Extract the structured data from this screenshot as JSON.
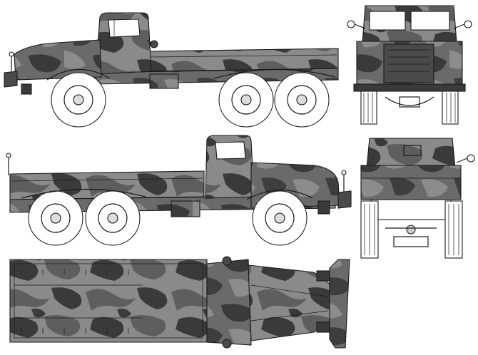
{
  "palette": {
    "camo_light": "#8a8a8a",
    "camo_mid": "#5e5e5e",
    "camo_dark": "#3a3a3a",
    "outline": "#1a1a1a",
    "paper": "#ffffff"
  },
  "views": [
    {
      "id": "left-side"
    },
    {
      "id": "right-side"
    },
    {
      "id": "front"
    },
    {
      "id": "rear"
    },
    {
      "id": "top"
    }
  ]
}
